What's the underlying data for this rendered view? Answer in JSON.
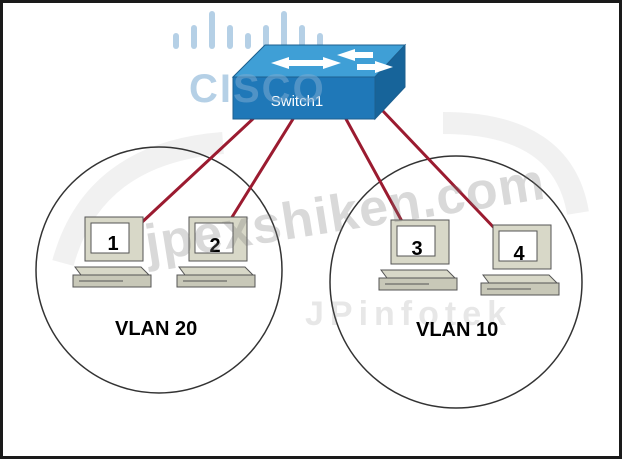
{
  "switch": {
    "label": "Switch1"
  },
  "hosts": [
    {
      "label": "1"
    },
    {
      "label": "2"
    },
    {
      "label": "3"
    },
    {
      "label": "4"
    }
  ],
  "vlans": [
    {
      "label": "VLAN 20"
    },
    {
      "label": "VLAN 10"
    }
  ],
  "watermark": {
    "site": "jpexshiken.com",
    "logo": "CISCO",
    "brand": "JPinfotek"
  },
  "colors": {
    "link": "#9b1b30",
    "switch_top": "#3f9fd6",
    "switch_front": "#1f78b8",
    "circle_stroke": "#333333",
    "monitor_body": "#d8d8c8",
    "screen": "#ffffff"
  }
}
